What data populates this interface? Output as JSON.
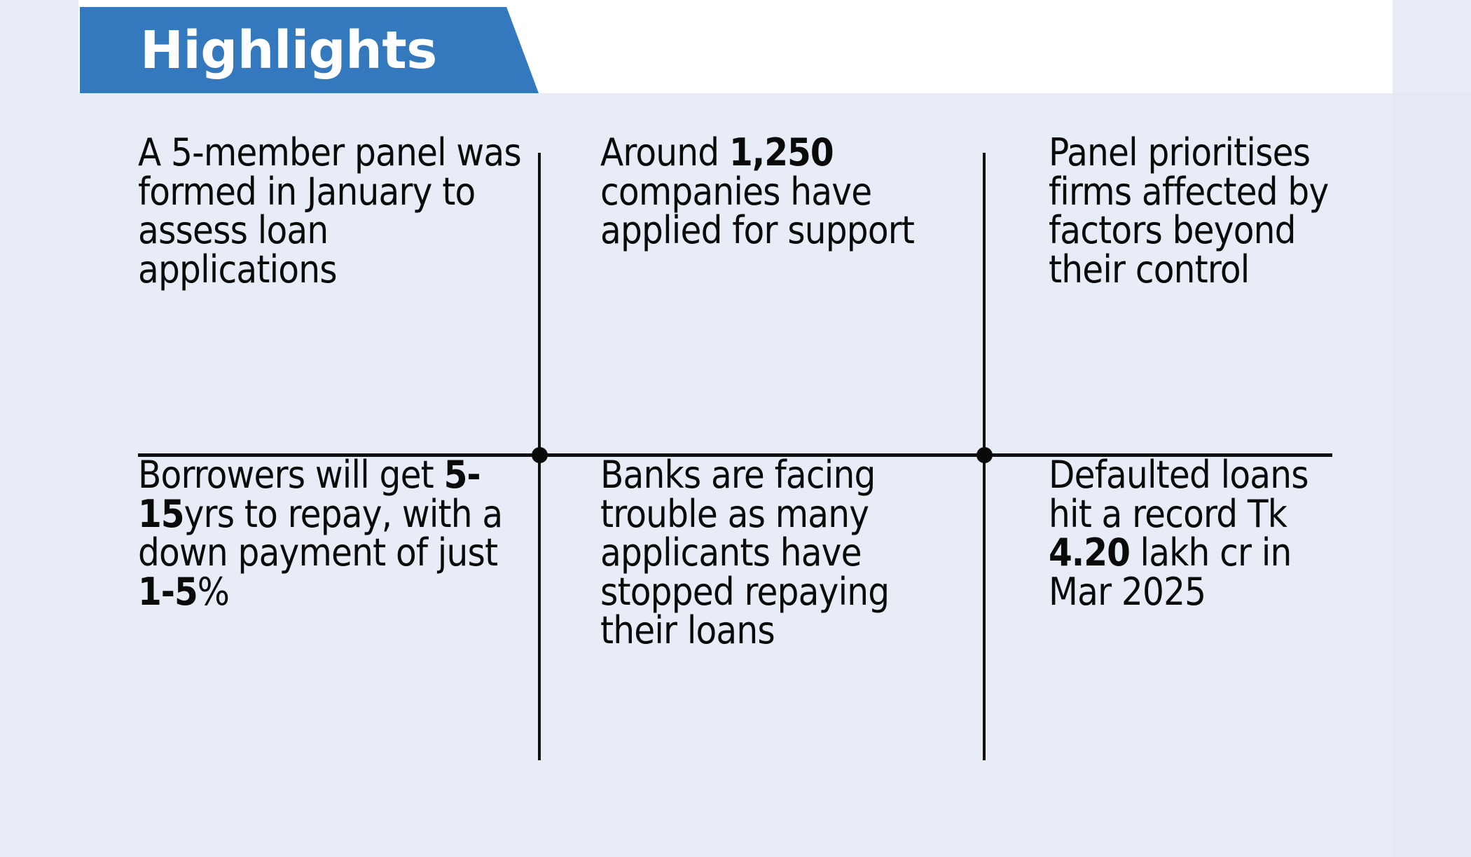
{
  "header": {
    "title": "Highlights",
    "banner_color": "#3479bd",
    "banner_text_color": "#ffffff"
  },
  "theme": {
    "page_background": "#e8ecf6",
    "band_background": "#ffffff",
    "divider_color": "#111111",
    "text_color": "#0a0a0a"
  },
  "highlights": {
    "row_top": [
      {
        "id": "panel-formed",
        "segments": [
          {
            "text": "A 5-member panel was formed in January to assess loan applications",
            "bold": false
          }
        ]
      },
      {
        "id": "companies-applied",
        "segments": [
          {
            "text": "Around ",
            "bold": false
          },
          {
            "text": "1,250",
            "bold": true
          },
          {
            "text": " companies have applied for support",
            "bold": false
          }
        ]
      },
      {
        "id": "panel-priorities",
        "segments": [
          {
            "text": "Panel prioritises firms affected by factors beyond their control",
            "bold": false
          }
        ]
      }
    ],
    "row_bottom": [
      {
        "id": "repayment-terms",
        "segments": [
          {
            "text": "Borrowers will get ",
            "bold": false
          },
          {
            "text": "5-15",
            "bold": true
          },
          {
            "text": "yrs to repay, with a down payment of just ",
            "bold": false
          },
          {
            "text": "1-5",
            "bold": true
          },
          {
            "text": "%",
            "bold": false
          }
        ]
      },
      {
        "id": "banks-trouble",
        "segments": [
          {
            "text": "Banks are facing trouble as many applicants have stopped repaying their loans",
            "bold": false
          }
        ]
      },
      {
        "id": "defaulted-loans",
        "segments": [
          {
            "text": "Defaulted loans hit a record Tk ",
            "bold": false
          },
          {
            "text": "4.20",
            "bold": true
          },
          {
            "text": " lakh cr in Mar 2025",
            "bold": false
          }
        ]
      }
    ]
  }
}
